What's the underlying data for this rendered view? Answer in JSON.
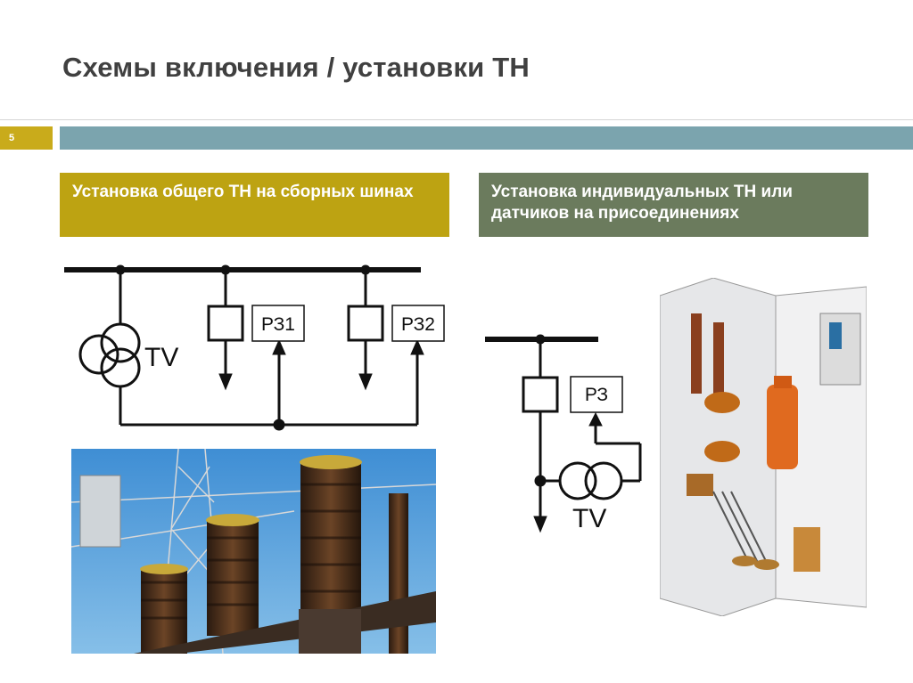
{
  "header": {
    "title": "Схемы включения / установки ТН",
    "slide_number": "5"
  },
  "panels": {
    "left_caption": "Установка общего ТН на сборных шинах",
    "right_caption": "Установка индивидуальных ТН или датчиков на присоединениях"
  },
  "diagram_left": {
    "tv_label": "TV",
    "relay1": "РЗ1",
    "relay2": "РЗ2"
  },
  "diagram_right": {
    "tv_label": "TV",
    "relay": "РЗ"
  },
  "colors": {
    "caption_left": "#bda312",
    "caption_right": "#6b7b5d",
    "accent_bar": "#7ba4ae",
    "slide_number_box": "#c9ab1b"
  }
}
